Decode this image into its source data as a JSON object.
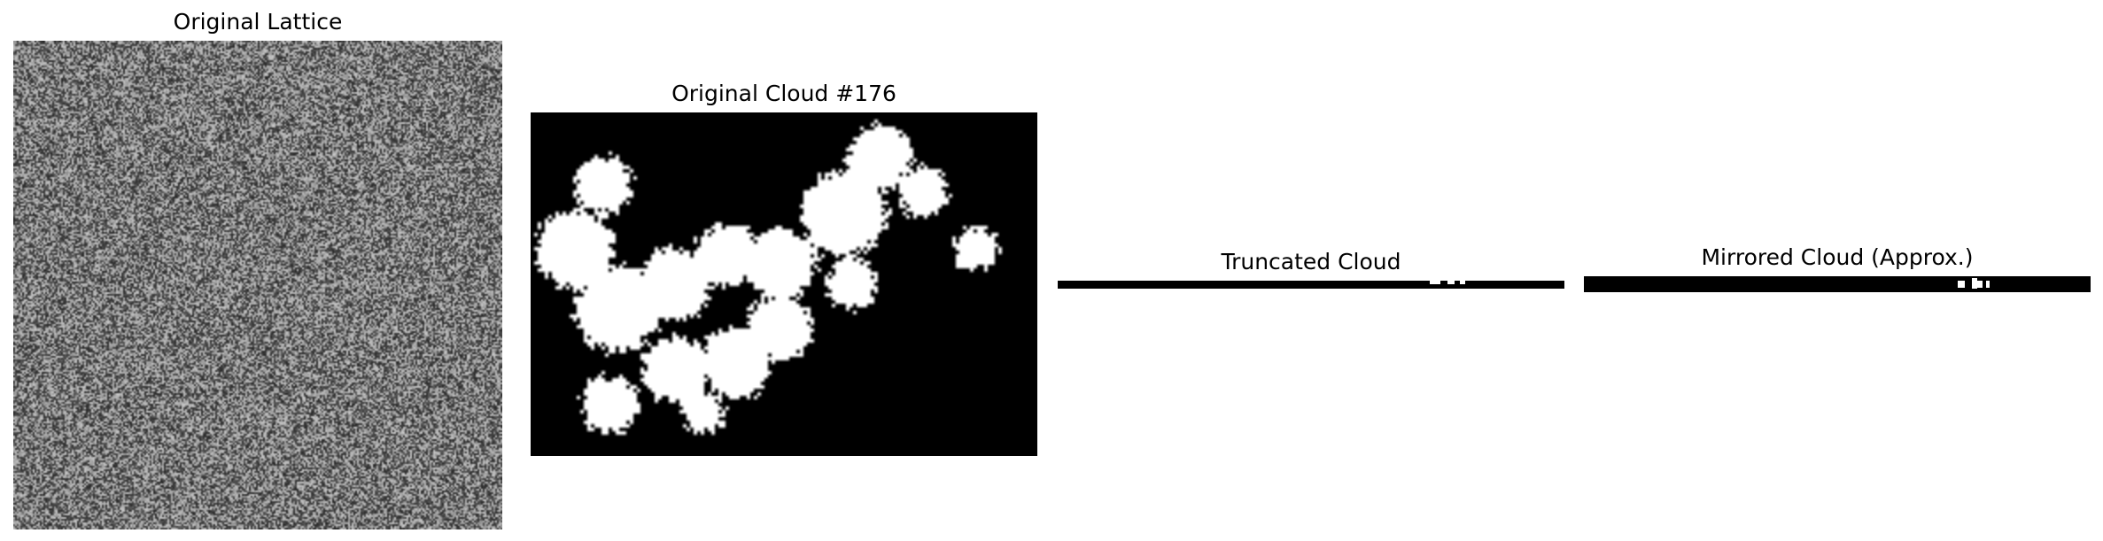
{
  "panels": [
    {
      "title": "Original Lattice"
    },
    {
      "title": "Original Cloud #176"
    },
    {
      "title": "Truncated Cloud"
    },
    {
      "title": "Mirrored Cloud (Approx.)"
    }
  ],
  "colors": {
    "background": "#ffffff",
    "cloud_fill": "#ffffff",
    "empty": "#000000",
    "lattice_mid": "#707070"
  }
}
